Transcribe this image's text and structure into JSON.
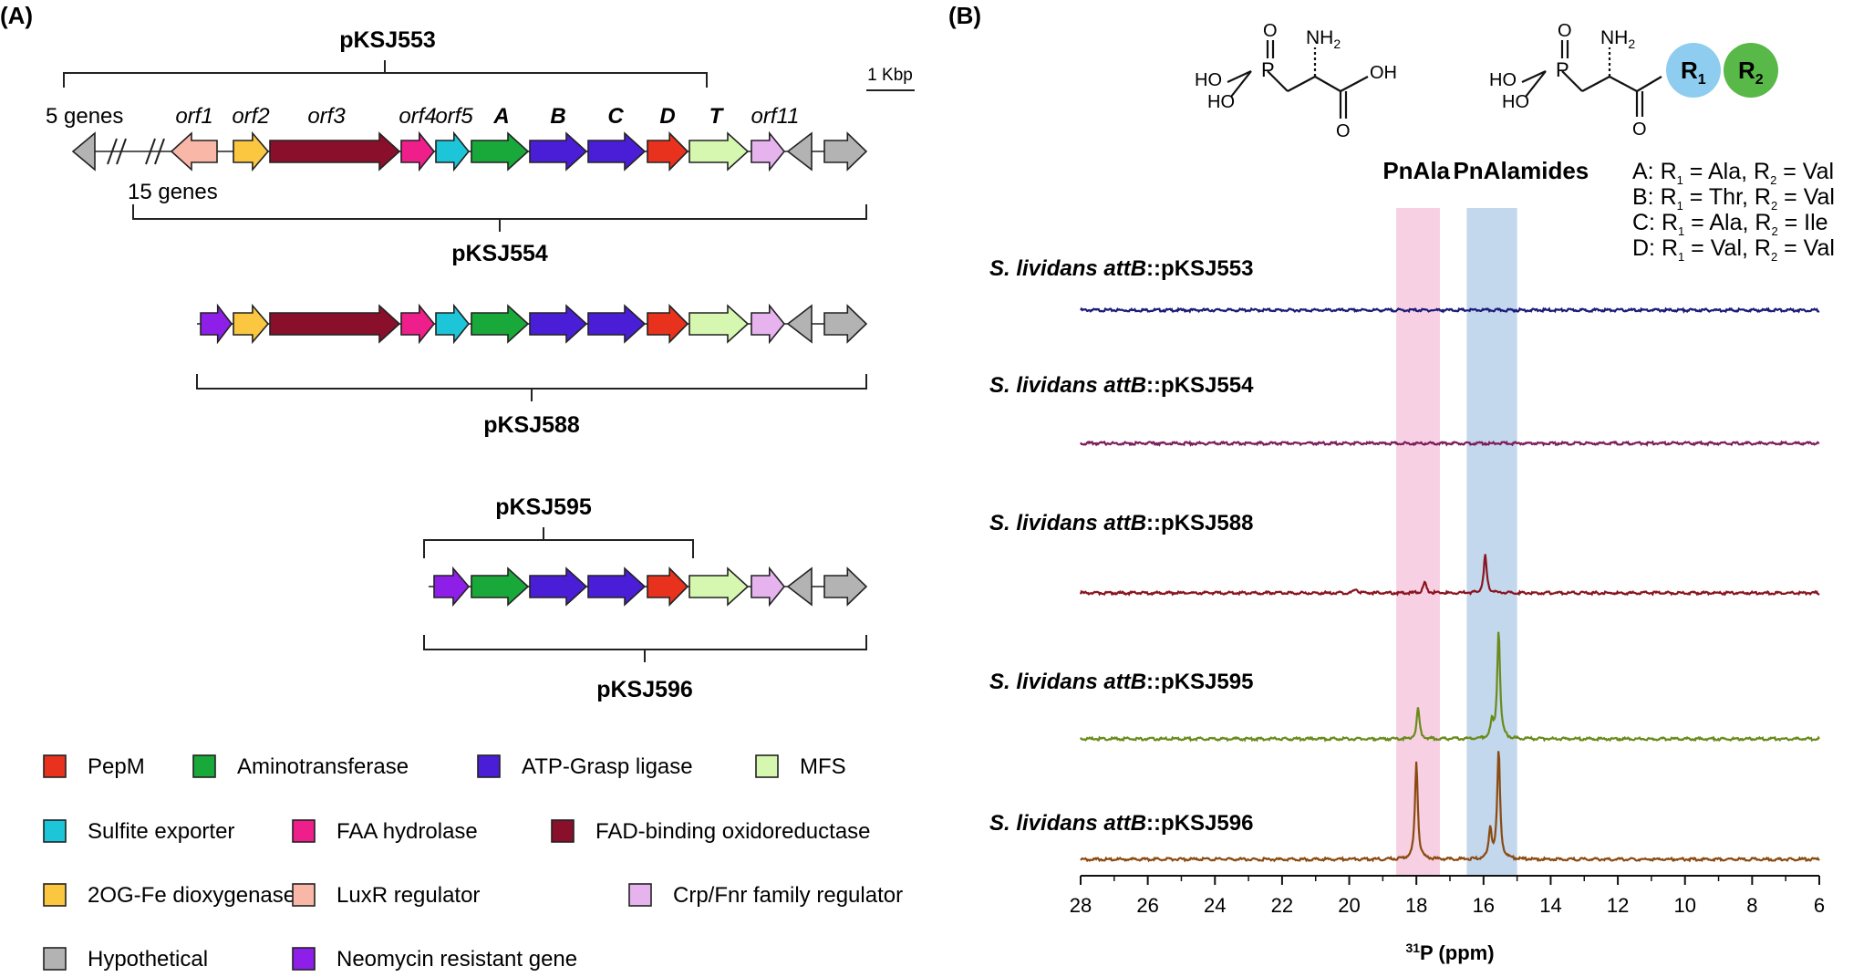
{
  "panel_a": {
    "label": "(A)",
    "scale_label": "1 Kbp",
    "construct_553": "pKSJ553",
    "construct_554": "pKSJ554",
    "construct_588": "pKSJ588",
    "construct_595": "pKSJ595",
    "construct_596": "pKSJ596",
    "genes_left_5": "5 genes",
    "genes_left_15": "15 genes",
    "orf_labels": [
      {
        "text": "orf1",
        "style": "italic"
      },
      {
        "text": "orf2",
        "style": "italic"
      },
      {
        "text": "orf3",
        "style": "italic"
      },
      {
        "text": "orf4",
        "style": "italic"
      },
      {
        "text": "orf5",
        "style": "italic"
      },
      {
        "text": "A",
        "style": "bold-italic"
      },
      {
        "text": "B",
        "style": "bold-italic"
      },
      {
        "text": "C",
        "style": "bold-italic"
      },
      {
        "text": "D",
        "style": "bold-italic"
      },
      {
        "text": "T",
        "style": "bold-italic"
      },
      {
        "text": "orf11",
        "style": "italic"
      }
    ]
  },
  "legend": [
    {
      "key": "pepm",
      "label": "PepM",
      "color": "#e8321e"
    },
    {
      "key": "at",
      "label": "Aminotransferase",
      "color": "#19a83a"
    },
    {
      "key": "atp",
      "label": "ATP-Grasp ligase",
      "color": "#4a1ed6"
    },
    {
      "key": "mfs",
      "label": "MFS",
      "color": "#d6f7b0"
    },
    {
      "key": "sulf",
      "label": "Sulfite exporter",
      "color": "#1cc6d8"
    },
    {
      "key": "faa",
      "label": "FAA hydrolase",
      "color": "#ee1e8a"
    },
    {
      "key": "fad",
      "label": "FAD-binding oxidoreductase",
      "color": "#8a0f2a"
    },
    {
      "key": "og",
      "label": "2OG-Fe dioxygenase",
      "color": "#fbc640"
    },
    {
      "key": "luxr",
      "label": "LuxR regulator",
      "color": "#f9b7a8"
    },
    {
      "key": "crp",
      "label": "Crp/Fnr family regulator",
      "color": "#e6b3ef"
    },
    {
      "key": "hyp",
      "label": "Hypothetical",
      "color": "#b3b3b3"
    },
    {
      "key": "neo",
      "label": "Neomycin resistant gene",
      "color": "#8e1fe8"
    }
  ],
  "panel_b": {
    "label": "(B)",
    "band_pnala": "PnAla",
    "band_pnalamides": "PnAlamides",
    "definitions": [
      {
        "letter": "A: R",
        "r1": "Ala",
        "r2": "Val"
      },
      {
        "letter": "B: R",
        "r1": "Thr",
        "r2": "Val"
      },
      {
        "letter": "C: R",
        "r1": "Ala",
        "r2": "Ile"
      },
      {
        "letter": "D: R",
        "r1": "Val",
        "r2": "Val"
      }
    ],
    "structure": {
      "ho1": "HO",
      "ho2": "HO",
      "p": "P",
      "o1": "O",
      "nh2": "NH",
      "nh2_sub": "2",
      "oh": "OH",
      "o2": "O",
      "ho3": "HO",
      "ho4": "HO",
      "p2": "P",
      "o3": "O",
      "nh2b": "NH",
      "nh2b_sub": "2",
      "o4": "O",
      "r1": "R",
      "r1_sub": "1",
      "r2": "R",
      "r2_sub": "2",
      "r1_color": "#8ecdf0",
      "r2_color": "#58b848"
    }
  },
  "chart_data": {
    "type": "line",
    "title": "",
    "xlabel_sup": "31",
    "xlabel": "P (ppm)",
    "xlim": [
      28,
      6
    ],
    "x_ticks": [
      28,
      26,
      24,
      22,
      20,
      18,
      16,
      14,
      12,
      10,
      8,
      6
    ],
    "bands": [
      {
        "name": "PnAla",
        "from": 18.6,
        "to": 17.3,
        "color": "#f5c6dc"
      },
      {
        "name": "PnAlamides",
        "from": 16.5,
        "to": 15.0,
        "color": "#b4cde8"
      }
    ],
    "series": [
      {
        "name": "pKSJ553",
        "label_prefix": "S. lividans attB",
        "label_suffix": "::pKSJ553",
        "color": "#1b1b7a",
        "peaks": []
      },
      {
        "name": "pKSJ554",
        "label_prefix": "S. lividans attB",
        "label_suffix": "::pKSJ554",
        "color": "#7d1e5c",
        "peaks": []
      },
      {
        "name": "pKSJ588",
        "label_prefix": "S. lividans attB",
        "label_suffix": "::pKSJ588",
        "color": "#8a1522",
        "peaks": [
          {
            "x": 19.8,
            "h": 0.05
          },
          {
            "x": 17.75,
            "h": 0.12
          },
          {
            "x": 15.95,
            "h": 0.42
          }
        ]
      },
      {
        "name": "pKSJ595",
        "label_prefix": "S. lividans attB",
        "label_suffix": "::pKSJ595",
        "color": "#6a8a1a",
        "peaks": [
          {
            "x": 17.95,
            "h": 0.28
          },
          {
            "x": 15.75,
            "h": 0.14
          },
          {
            "x": 15.55,
            "h": 1.0
          }
        ]
      },
      {
        "name": "pKSJ596",
        "label_prefix": "S. lividans attB",
        "label_suffix": "::pKSJ596",
        "color": "#8a4a10",
        "peaks": [
          {
            "x": 18.0,
            "h": 0.9
          },
          {
            "x": 15.8,
            "h": 0.28
          },
          {
            "x": 15.55,
            "h": 1.0
          }
        ]
      }
    ]
  }
}
